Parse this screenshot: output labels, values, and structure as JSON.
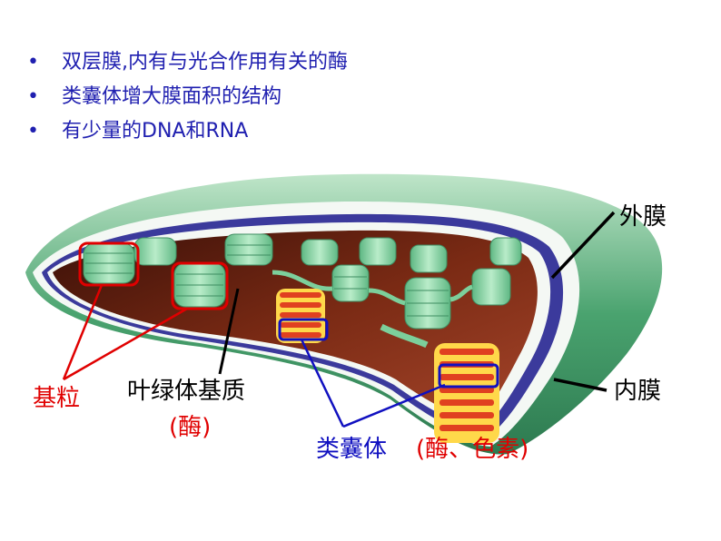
{
  "bullets": [
    "双层膜,内有与光合作用有关的酶",
    "类囊体增大膜面积的结构",
    "有少量的DNA和RNA"
  ],
  "bullet_marker": "•",
  "labels": {
    "outer_membrane": "外膜",
    "inner_membrane": "内膜",
    "grana": "基粒",
    "stroma": "叶绿体基质",
    "stroma_note": "(酶)",
    "thylakoid": "类囊体",
    "thylakoid_note": "(酶、色素)"
  },
  "colors": {
    "text_blue": "#2020b0",
    "label_red": "#e00000",
    "label_blue": "#1010c0",
    "outer_green": "#3f9b66",
    "inner_purple": "#3b3a9c",
    "stroma_brown": "#7a2a14",
    "granum_green": "#7ccf9b"
  }
}
